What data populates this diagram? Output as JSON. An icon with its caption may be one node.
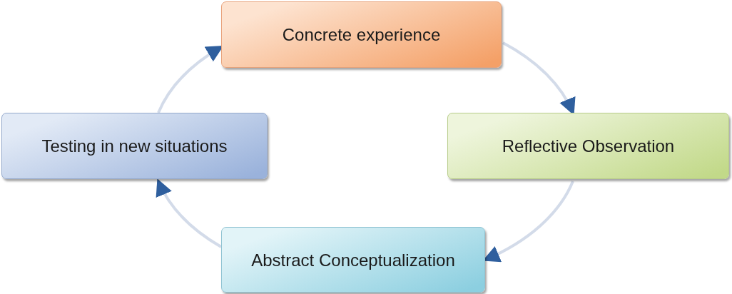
{
  "diagram": {
    "nodes": [
      {
        "text": [
          "Concrete experience"
        ]
      },
      {
        "text": [
          "Reflective Observation"
        ]
      },
      {
        "text": [
          "Abstract Conceptualization"
        ]
      },
      {
        "text": [
          "Testing in new situations"
        ]
      }
    ],
    "edges": [
      {
        "from": 0,
        "to": 1,
        "arrow": "to"
      },
      {
        "from": 1,
        "to": 2,
        "arrow": "to"
      },
      {
        "from": 2,
        "to": 3,
        "arrow": "to"
      },
      {
        "from": 3,
        "to": 0,
        "arrow": "to"
      }
    ]
  }
}
